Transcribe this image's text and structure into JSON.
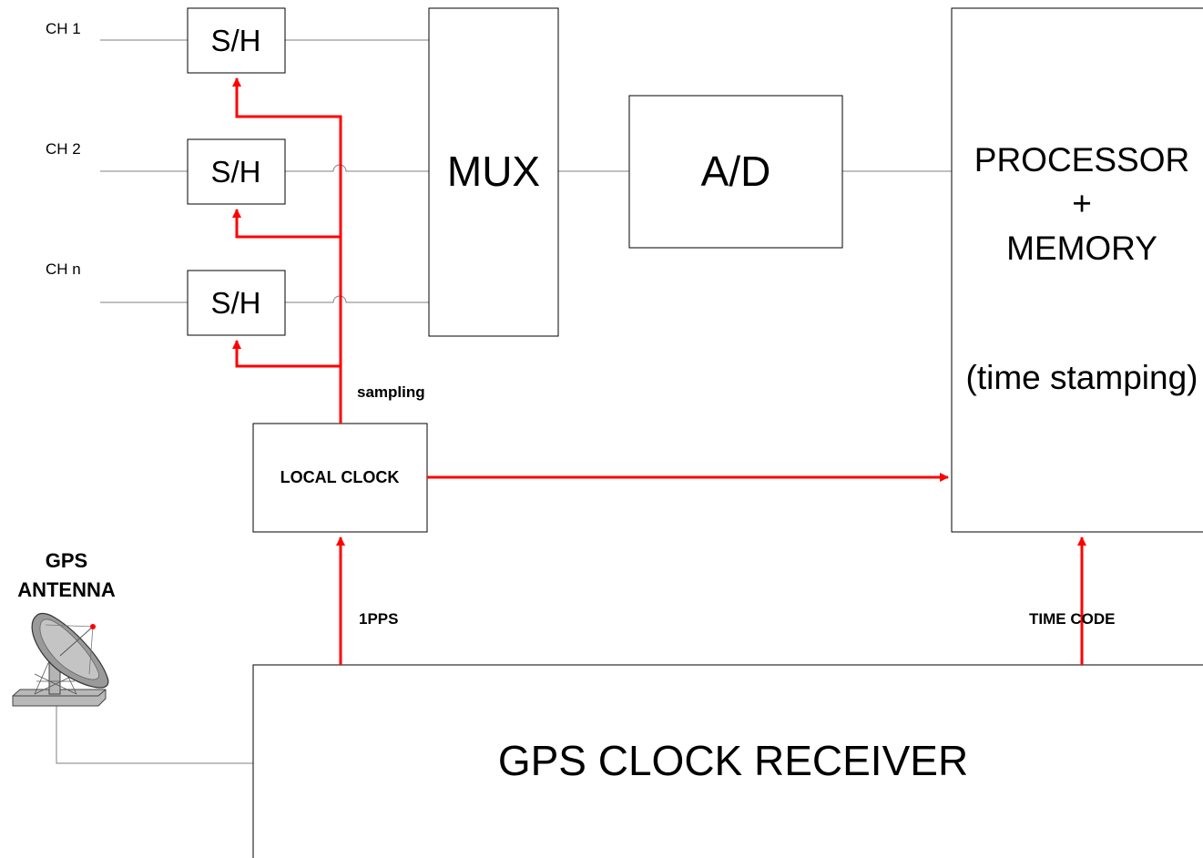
{
  "channels": {
    "ch1": "CH 1",
    "ch2": "CH 2",
    "chn": "CH n"
  },
  "sample_hold": {
    "label": "S/H"
  },
  "mux": {
    "label": "MUX"
  },
  "adc": {
    "label": "A/D"
  },
  "processor": {
    "line1": "PROCESSOR",
    "line2": "+",
    "line3": "MEMORY",
    "line4": "(time stamping)"
  },
  "local_clock": {
    "label": "LOCAL CLOCK"
  },
  "signals": {
    "sampling": "sampling",
    "pps": "1PPS",
    "time_code": "TIME CODE"
  },
  "gps_antenna": {
    "line1": "GPS",
    "line2": "ANTENNA"
  },
  "gps_receiver": {
    "label": "GPS CLOCK RECEIVER"
  },
  "colors": {
    "signal": "#ff0000",
    "wire": "#808080",
    "box": "#000000"
  }
}
